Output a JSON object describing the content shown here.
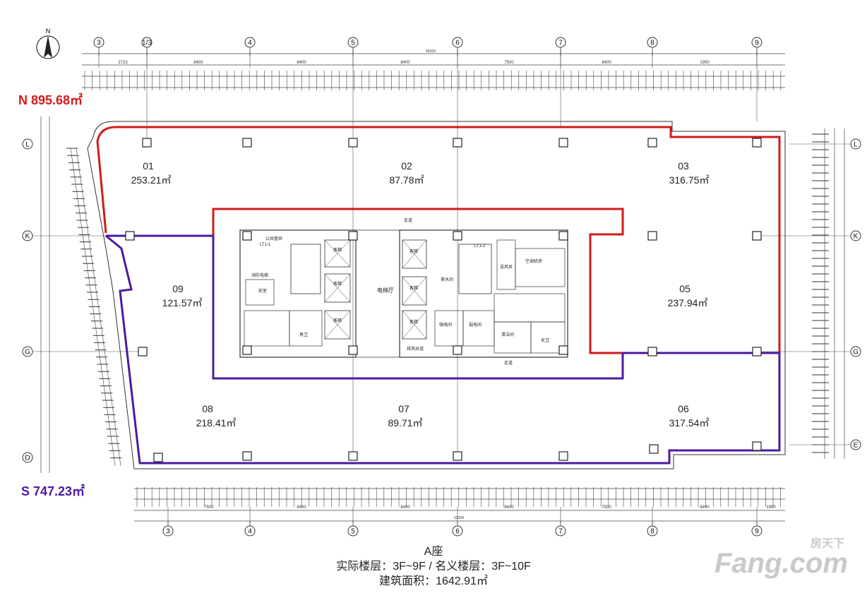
{
  "north_label": "N",
  "totals": {
    "north": "N 895.68㎡",
    "south": "S 747.23㎡",
    "north_color": "#d11a1a",
    "south_color": "#4b1aa0"
  },
  "zones": [
    {
      "id": "01",
      "area": "253.21㎡"
    },
    {
      "id": "02",
      "area": "87.78㎡"
    },
    {
      "id": "03",
      "area": "316.75㎡"
    },
    {
      "id": "05",
      "area": "237.94㎡"
    },
    {
      "id": "06",
      "area": "317.54㎡"
    },
    {
      "id": "07",
      "area": "89.71㎡"
    },
    {
      "id": "08",
      "area": "218.41㎡"
    },
    {
      "id": "09",
      "area": "121.57㎡"
    }
  ],
  "grid_columns": [
    "3",
    "1/3",
    "4",
    "5",
    "6",
    "7",
    "8",
    "9"
  ],
  "grid_columns_bottom": [
    "3",
    "4",
    "5",
    "6",
    "7",
    "8",
    "9"
  ],
  "grid_rows": [
    "L",
    "K",
    "G",
    "D"
  ],
  "grid_rows_right": [
    "L",
    "K",
    "G",
    "E"
  ],
  "top_dims": [
    "2723",
    "8400",
    "8400",
    "8400",
    "7500",
    "8400",
    "1950"
  ],
  "top_total": "56333",
  "bottom_dims": [
    "7500",
    "8400",
    "8400",
    "8400",
    "7500",
    "8400",
    "1950"
  ],
  "bottom_total": "52334",
  "core": {
    "lobby": "电梯厅",
    "corridor_top": "走道",
    "corridor_bottom": "走道",
    "elevators_left": [
      "客梯",
      "客梯",
      "客梯"
    ],
    "elevators_right": [
      "客梯",
      "客梯",
      "客梯"
    ],
    "stair_left": "LT1-1",
    "stair_right": "LT1-2",
    "rooms": [
      "男卫",
      "女卫",
      "前室",
      "排风井道",
      "送风井",
      "强电间",
      "弱电间",
      "空调机房",
      "清洁间",
      "茶水间",
      "公共管井",
      "消防电梯"
    ]
  },
  "info": {
    "building": "A座",
    "floors": "实际楼层：3F~9F / 名义楼层：3F~10F",
    "area": "建筑面积：1642.91㎡"
  },
  "watermark": {
    "top": "房天下",
    "main": "Fang.com",
    "color": "#c9c9c9"
  }
}
